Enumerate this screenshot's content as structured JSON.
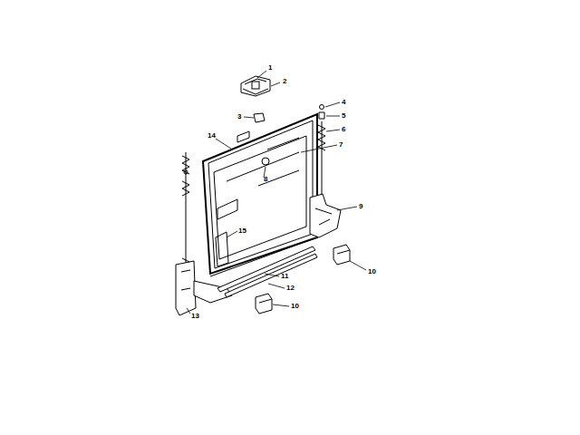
{
  "diagram": {
    "labels": [
      "1",
      "2",
      "3",
      "4",
      "5",
      "6",
      "7",
      "8",
      "9",
      "10",
      "11",
      "12",
      "13",
      "14",
      "15",
      "10"
    ]
  }
}
